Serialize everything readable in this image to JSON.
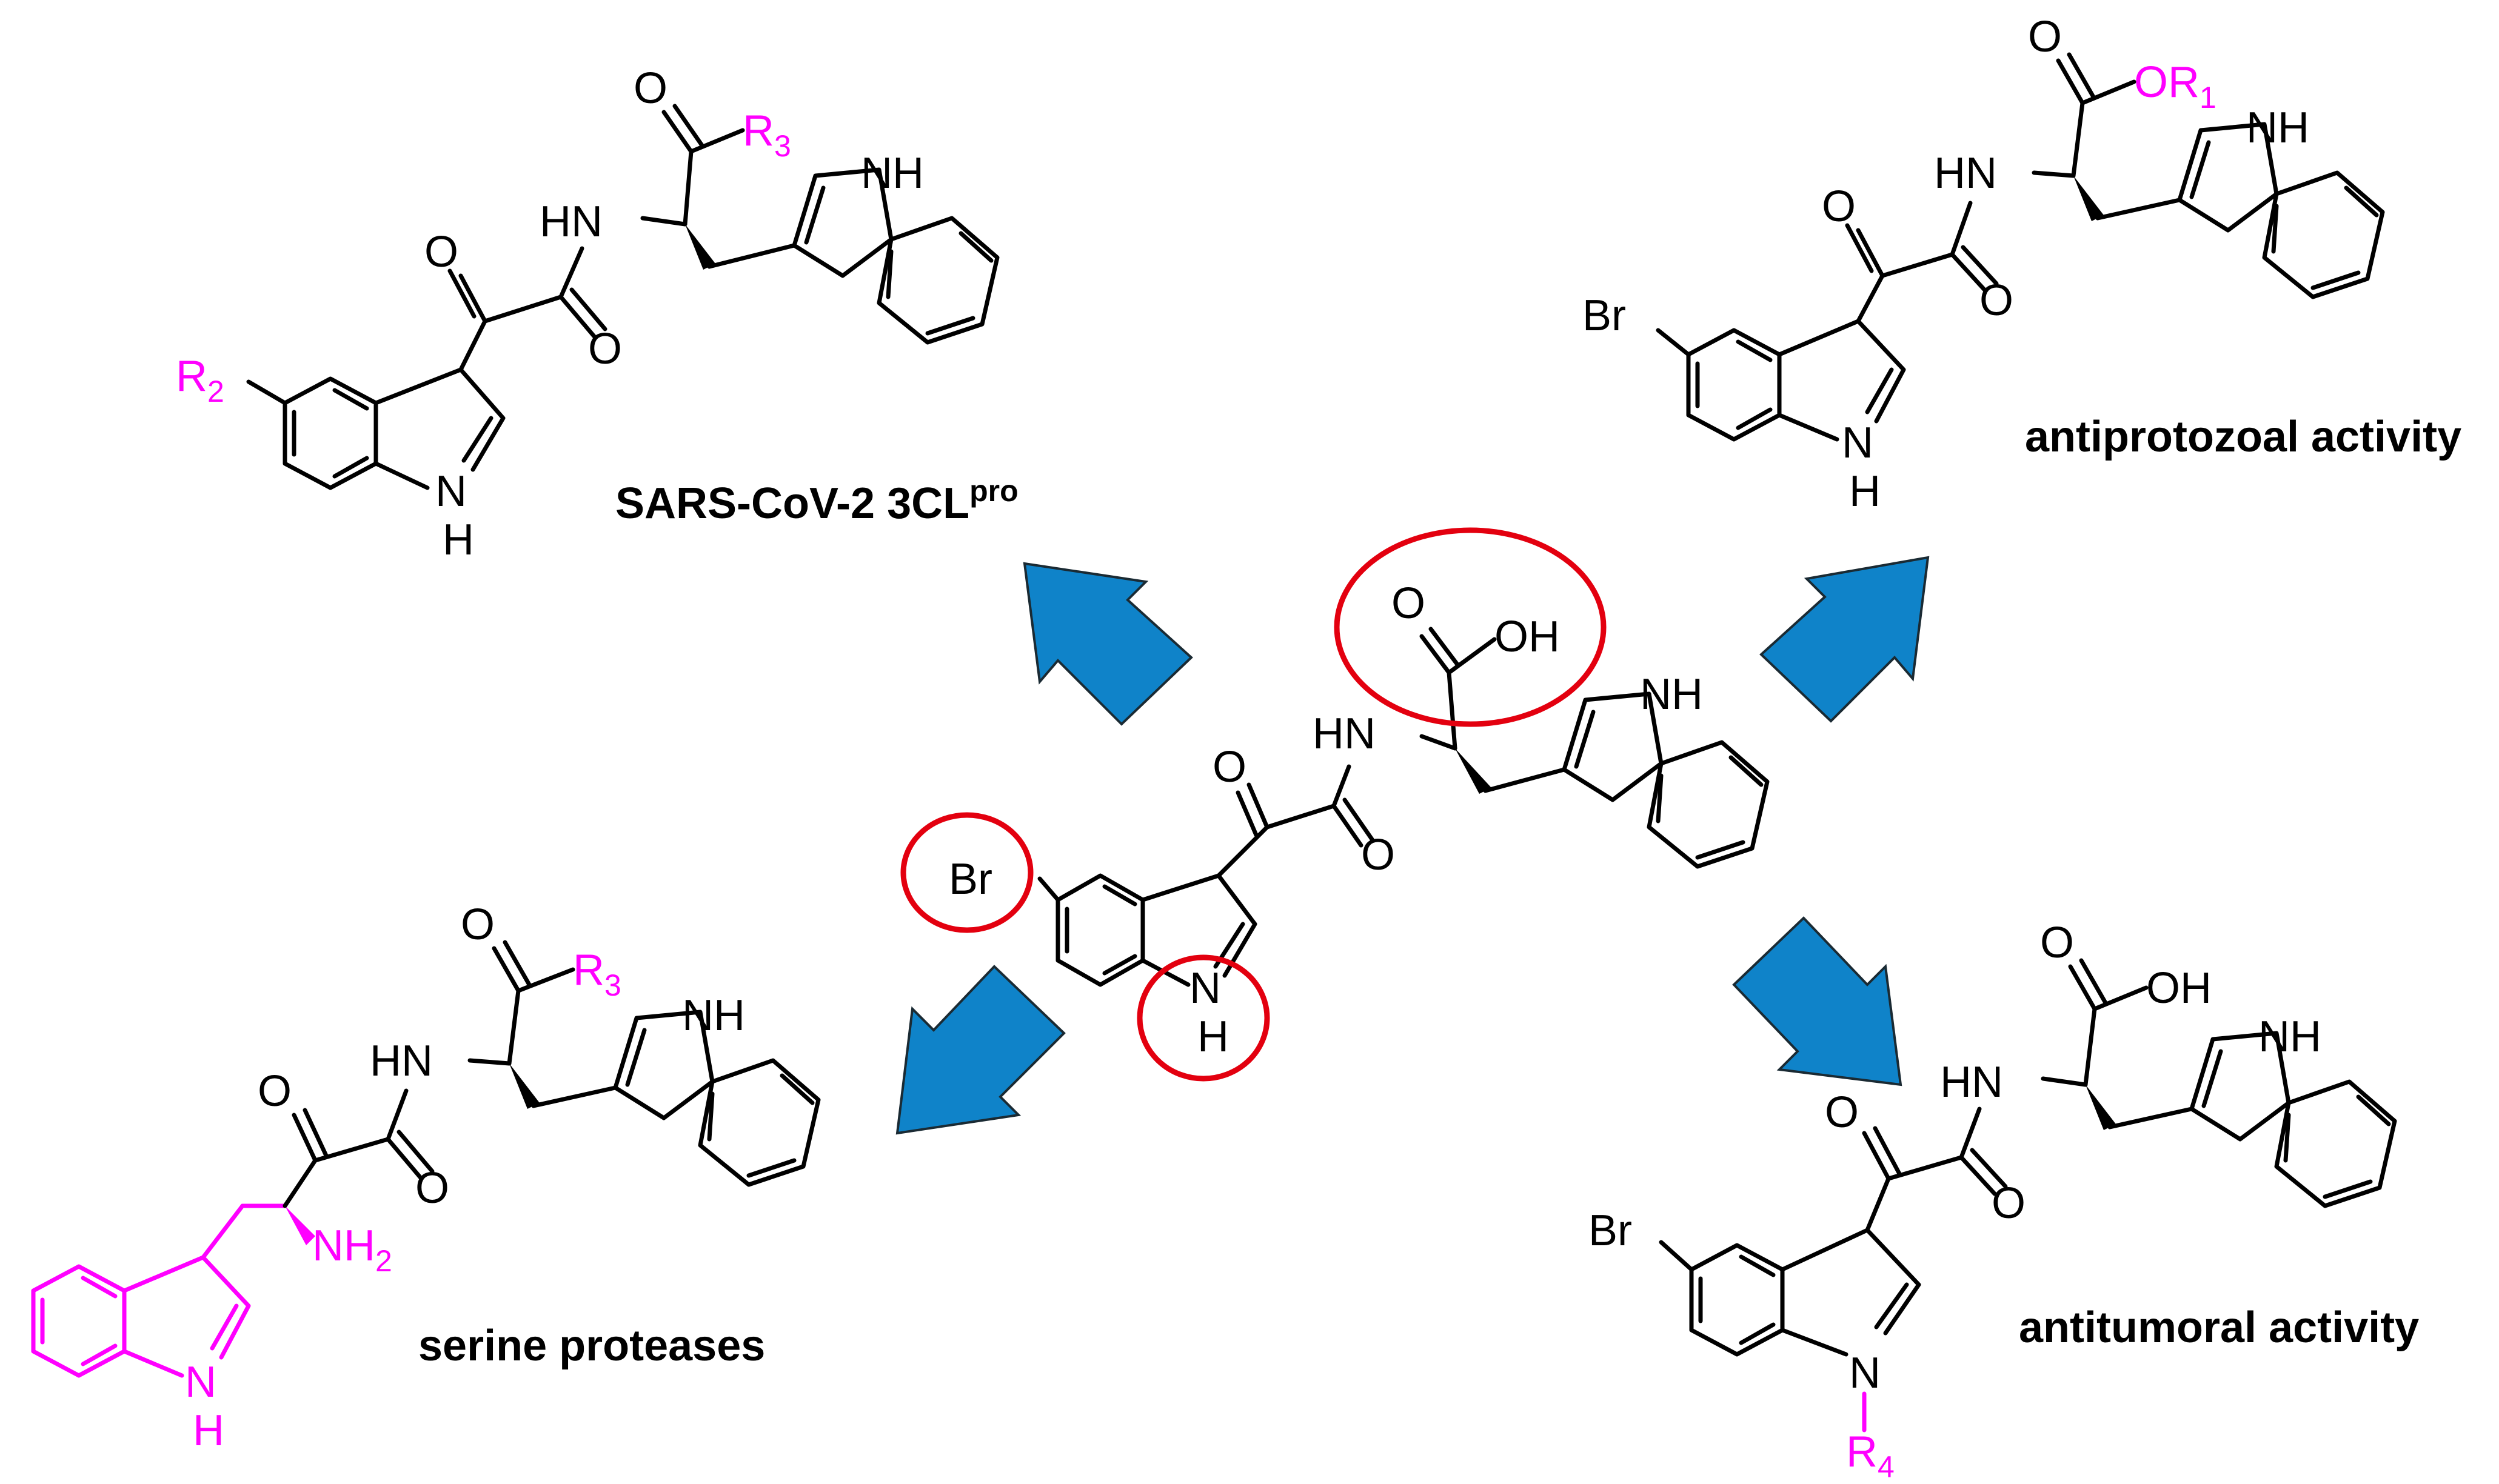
{
  "center": {
    "atoms": {
      "br": "Br",
      "nh_label": "N",
      "h_label": "H",
      "o_keto": "O",
      "o_amide": "O",
      "hn_amide": "HN",
      "o_acid": "O",
      "oh_acid": "OH",
      "nh_trp": "NH"
    }
  },
  "top_left": {
    "caption_main": "SARS-CoV-2 3CL",
    "caption_sup": "pro",
    "atoms": {
      "o_keto": "O",
      "o_amide": "O",
      "o_r3": "O",
      "hn": "HN",
      "nh": "NH",
      "nh_bottom": "N",
      "h_bottom": "H"
    },
    "r2": "R",
    "r2_sub": "2",
    "r3": "R",
    "r3_sub": "3"
  },
  "top_right": {
    "caption": "antiprotozoal activity",
    "atoms": {
      "br": "Br",
      "o_keto": "O",
      "o_amide": "O",
      "o_ester": "O",
      "hn": "HN",
      "nh": "NH",
      "n_bottom": "N",
      "h_bottom": "H"
    },
    "or1": "OR",
    "or1_sub": "1"
  },
  "bottom_left": {
    "caption": "serine proteases",
    "atoms": {
      "o_keto": "O",
      "o_amide": "O",
      "o_r3": "O",
      "hn": "HN",
      "nh": "NH",
      "nh2": "NH",
      "nh2_sub": "2",
      "n_bottom": "N",
      "h_bottom": "H"
    },
    "r3": "R",
    "r3_sub": "3"
  },
  "bottom_right": {
    "caption": "antitumoral activity",
    "atoms": {
      "br": "Br",
      "o_keto": "O",
      "o_amide": "O",
      "o_acid": "O",
      "oh": "OH",
      "hn": "HN",
      "nh": "NH",
      "n_bottom": "N"
    },
    "r4": "R",
    "r4_sub": "4"
  },
  "colors": {
    "arrow": "#0f83c9",
    "highlight_circle": "#e3000f",
    "substituent": "#ff00ff"
  }
}
